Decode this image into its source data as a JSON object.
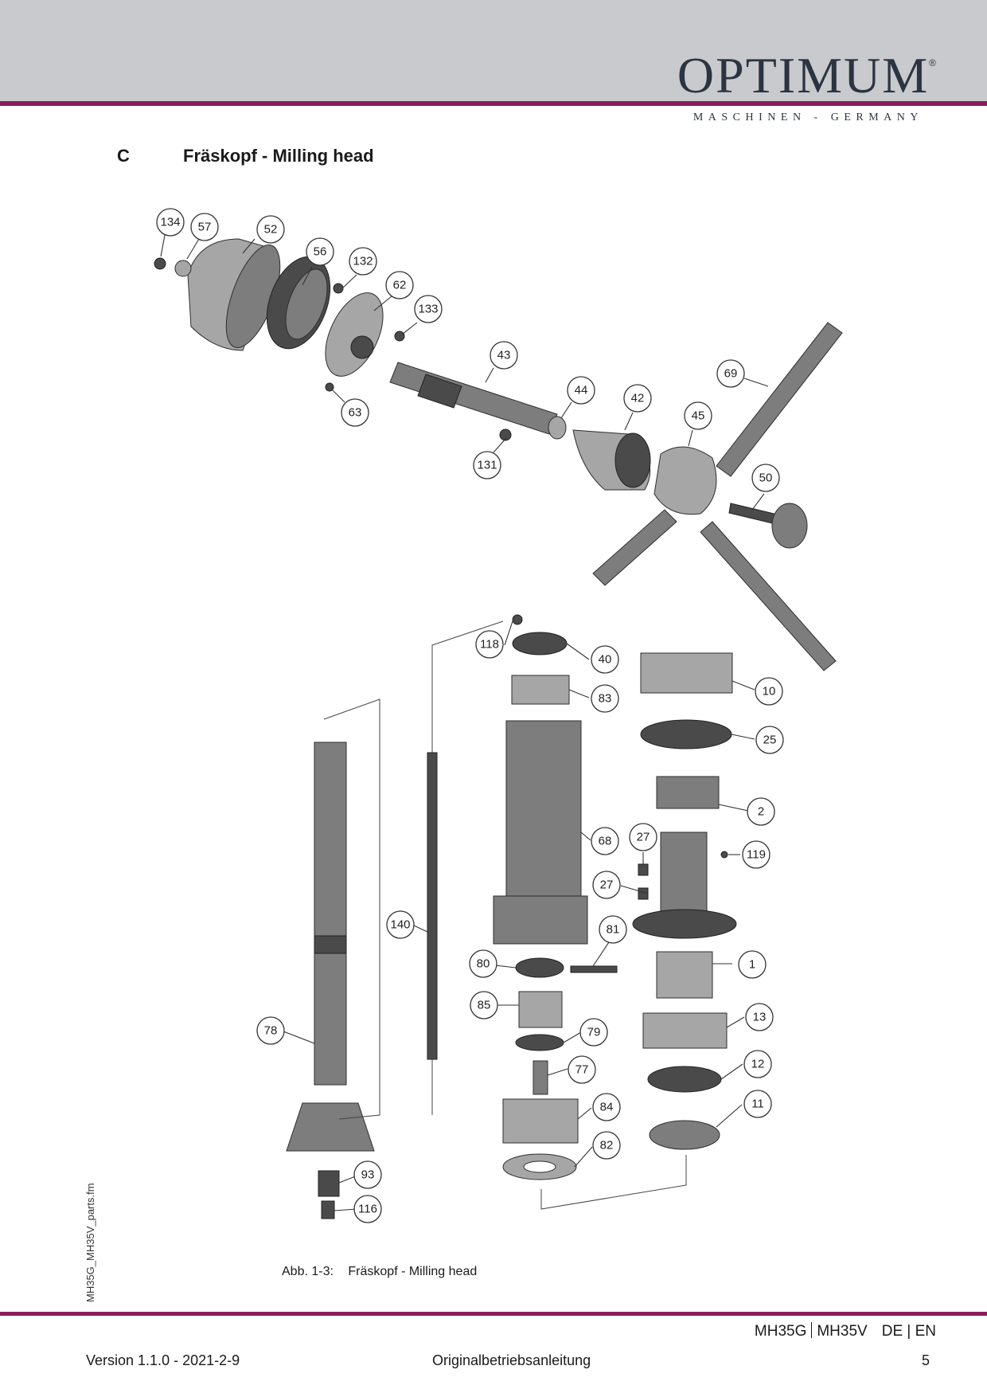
{
  "brand": {
    "name": "OPTIMUM",
    "registered": "®",
    "tagline": "MASCHINEN - GERMANY"
  },
  "section": {
    "letter": "C",
    "title": "Fräskopf - Milling head"
  },
  "side_label": "MH35G_MH35V_parts.fm",
  "figure": {
    "caption_number": "Abb. 1-3:",
    "caption_text": "Fräskopf - Milling head",
    "callouts": {
      "c134": "134",
      "c57": "57",
      "c52": "52",
      "c56": "56",
      "c132": "132",
      "c62": "62",
      "c133": "133",
      "c43": "43",
      "c63": "63",
      "c44": "44",
      "c42": "42",
      "c45": "45",
      "c69": "69",
      "c131": "131",
      "c50": "50",
      "c118": "118",
      "c40": "40",
      "c83": "83",
      "c10": "10",
      "c25": "25",
      "c2": "2",
      "c68": "68",
      "c27a": "27",
      "c119": "119",
      "c27b": "27",
      "c140": "140",
      "c81": "81",
      "c80": "80",
      "c1": "1",
      "c85": "85",
      "c13": "13",
      "c78": "78",
      "c79": "79",
      "c77": "77",
      "c12": "12",
      "c84": "84",
      "c11": "11",
      "c82": "82",
      "c93": "93",
      "c116": "116"
    }
  },
  "footer": {
    "model_a": "MH35G",
    "model_b": "MH35V",
    "languages": "DE | EN",
    "version": "Version 1.1.0 - 2021-2-9",
    "document": "Originalbetriebsanleitung",
    "page": "5"
  },
  "colors": {
    "accent": "#8a1d5c",
    "header_band": "#c8cacd",
    "logo": "#2b3440"
  }
}
